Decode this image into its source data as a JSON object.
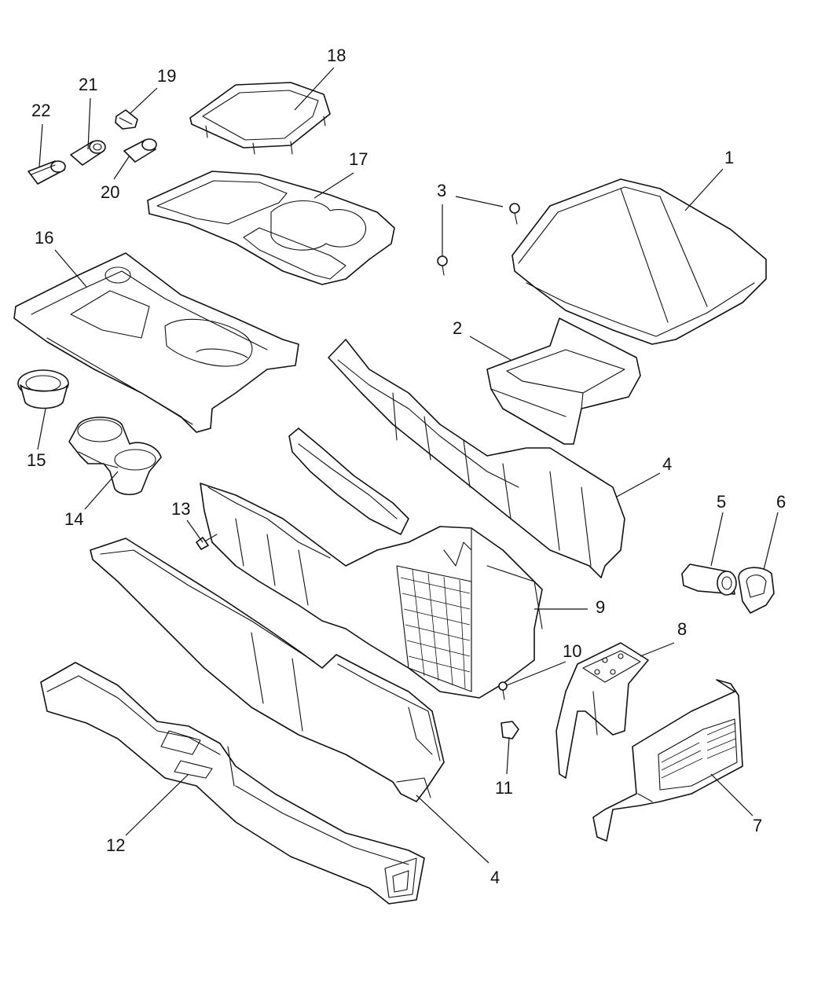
{
  "callouts": {
    "c1": "1",
    "c2": "2",
    "c3a": "3",
    "c3b": "3",
    "c4a": "4",
    "c4b": "4",
    "c5": "5",
    "c6": "6",
    "c7": "7",
    "c8": "8",
    "c9": "9",
    "c10": "10",
    "c11": "11",
    "c12": "12",
    "c13": "13",
    "c14": "14",
    "c15": "15",
    "c16": "16",
    "c17": "17",
    "c18": "18",
    "c19": "19",
    "c20": "20",
    "c21": "21",
    "c22": "22"
  }
}
